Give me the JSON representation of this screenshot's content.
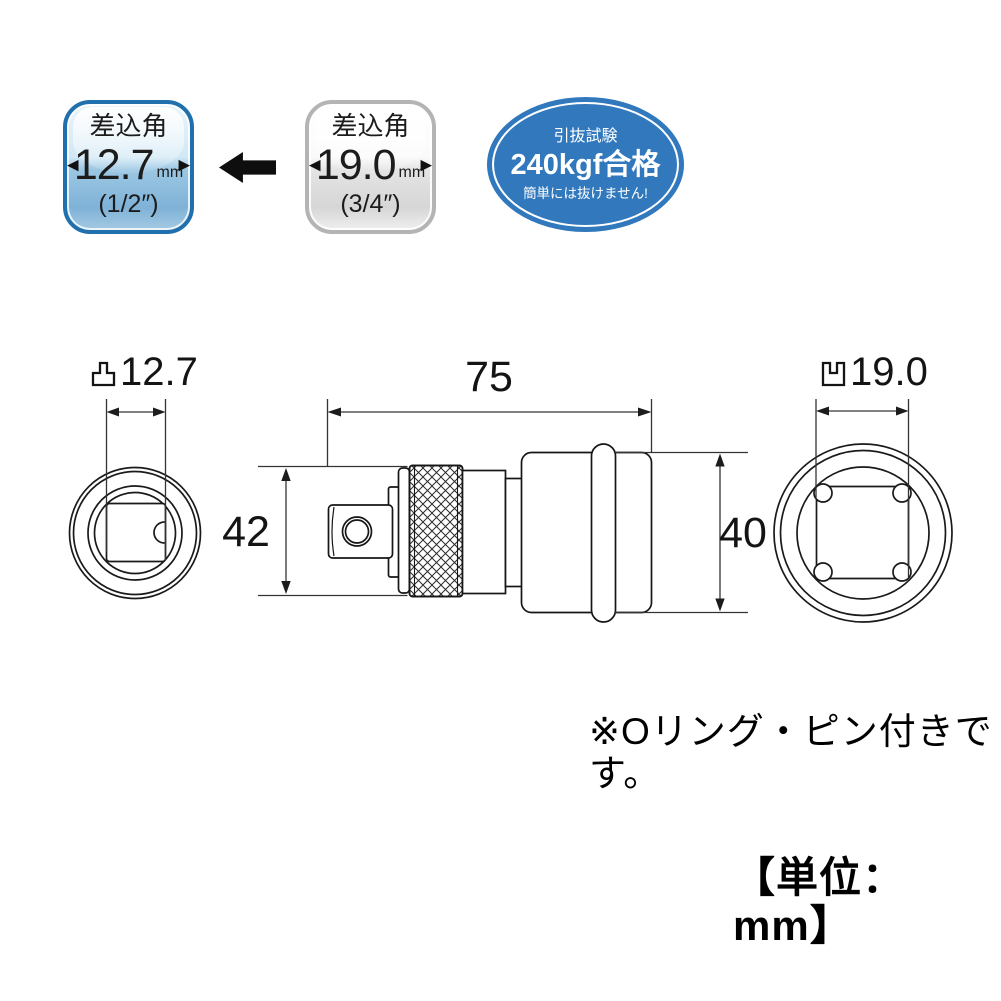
{
  "badges": {
    "target": {
      "title": "差込角",
      "value": "12.7",
      "unit": "mm",
      "inch": "(1/2″)",
      "left_arrow": "◀",
      "right_arrow": "▶"
    },
    "source": {
      "title": "差込角",
      "value": "19.0",
      "unit": "mm",
      "inch": "(3/4″)",
      "left_arrow": "◀",
      "right_arrow": "▶"
    }
  },
  "test_badge": {
    "line1": "引抜試験",
    "line2": "240kgf合格",
    "line3": "簡単には抜けません!"
  },
  "drawing": {
    "length": "75",
    "left_height": "42",
    "right_height": "40",
    "front_view": {
      "symbol": "凸",
      "value": "12.7"
    },
    "rear_view": {
      "symbol": "凹",
      "value": "19.0"
    }
  },
  "footnotes": {
    "oring_note": "※Oリング・ピン付きです。",
    "unit_note": "【単位：mm】"
  },
  "colors": {
    "accent_blue": "#3178bd",
    "badge_blue_border": "#1f70ad",
    "badge_gray_border": "#b4b4b4",
    "line_color": "#1f1f1f"
  }
}
